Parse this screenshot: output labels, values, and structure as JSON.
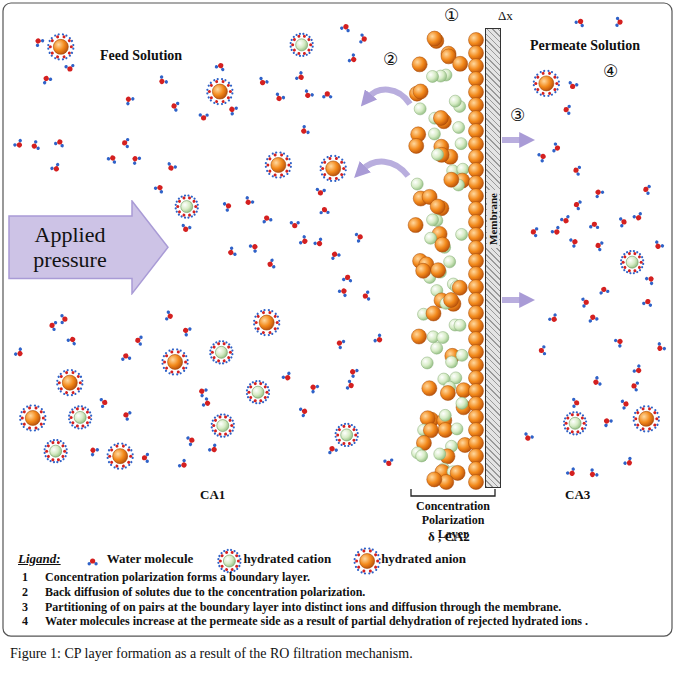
{
  "diagram": {
    "caption": "Figure 1: CP layer formation as a result of the RO filtration mechanism.",
    "nodes": [
      {
        "text": [
          "Applied pressure"
        ]
      },
      {
        "text": [
          "Membrane"
        ]
      }
    ],
    "labels": [
      "Feed Solution",
      "①",
      "Δx",
      "②",
      "Permeate Solution",
      "③",
      "④",
      "CA1",
      "Concentration Polarization Layer",
      "δ , CA2",
      "CA3",
      "Ligand:",
      "1",
      "Concentration polarization forms a boundary layer.",
      "2",
      "Back diffusion of solutes due to the concentration polarization.",
      "3",
      "Partitioning of on pairs at the boundary layer into distinct ions and diffusion through the membrane.",
      "4",
      "Water molecules increase at the permeate side as a result of partial dehydration of rejected hydrated ions ."
    ],
    "legend": [
      {
        "text": "Water molecule"
      },
      {
        "text": "hydrated cation"
      },
      {
        "text": "hydrated anion"
      }
    ]
  }
}
